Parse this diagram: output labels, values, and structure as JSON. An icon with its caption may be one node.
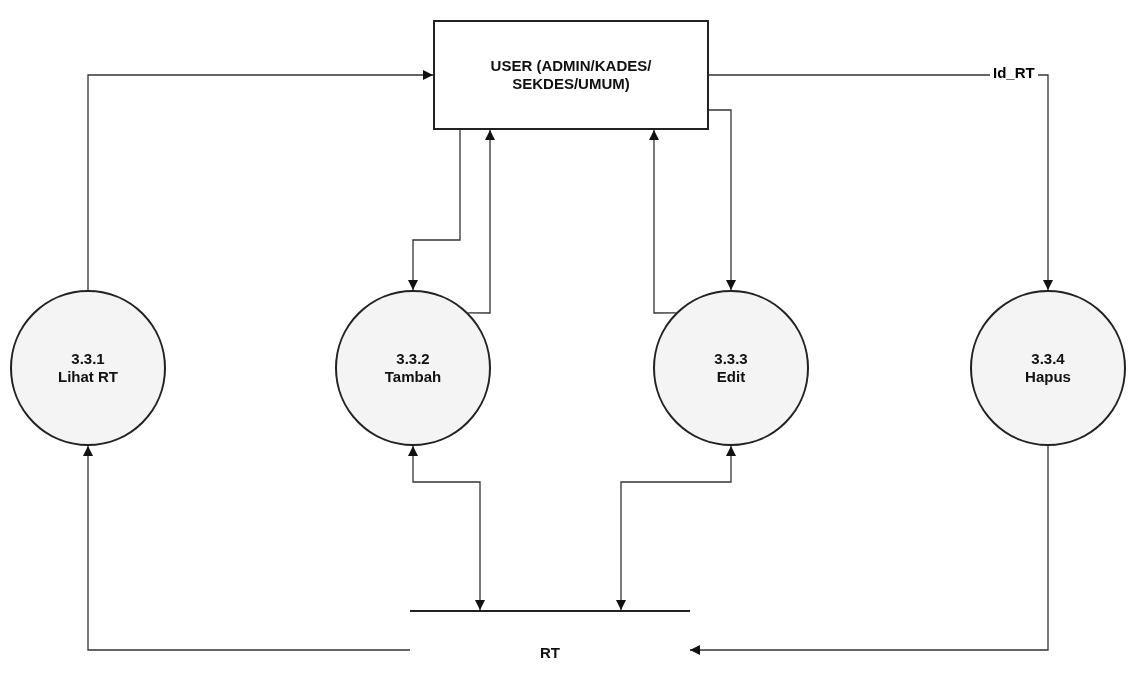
{
  "diagram": {
    "nodes": [
      {
        "text": [
          "USER (ADMIN/KADES/ SEKDES/UMUM)"
        ]
      },
      {
        "text": [
          "3.3.1",
          "Lihat RT"
        ]
      },
      {
        "text": [
          "3.3.2",
          "Tambah"
        ]
      },
      {
        "text": [
          "3.3.3",
          "Edit"
        ]
      },
      {
        "text": [
          "3.3.4",
          "Hapus"
        ]
      },
      {
        "text": [
          "RT"
        ]
      }
    ],
    "edges": [
      {
        "from": 1,
        "to": 0,
        "arrow": "to"
      },
      {
        "from": 0,
        "to": 2,
        "arrow": "to"
      },
      {
        "from": 2,
        "to": 0,
        "arrow": "to"
      },
      {
        "from": 3,
        "to": 0,
        "arrow": "to"
      },
      {
        "from": 0,
        "to": 3,
        "arrow": "to"
      },
      {
        "from": 0,
        "to": 4,
        "arrow": "to",
        "label": "Id_RT"
      },
      {
        "from": 2,
        "to": 5,
        "arrow": "both"
      },
      {
        "from": 5,
        "to": 3,
        "arrow": "both"
      },
      {
        "from": 4,
        "to": 5,
        "arrow": "to"
      },
      {
        "from": 5,
        "to": 1,
        "arrow": "to"
      }
    ]
  }
}
